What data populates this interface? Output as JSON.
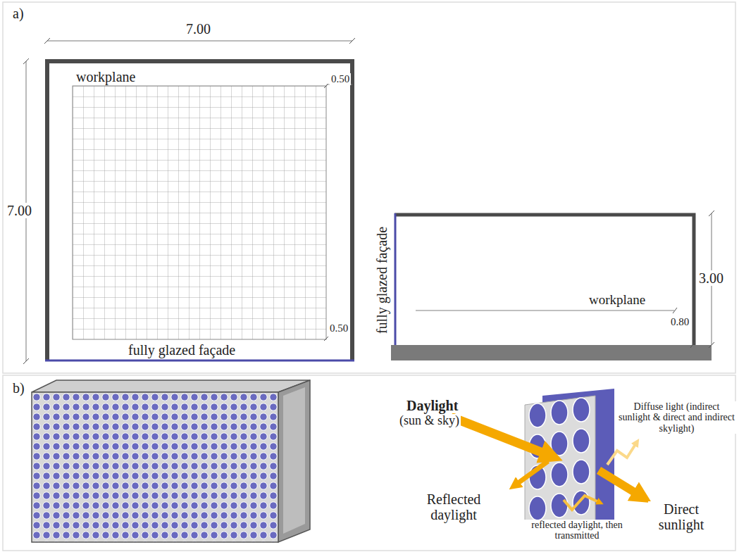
{
  "diagram": {
    "labels": [
      "a)",
      "7.00",
      "7.00",
      "workplane",
      "0.50",
      "0.50",
      "fully glazed façade",
      "fully glazed façade",
      "workplane",
      "0.80",
      "3.00",
      "b)",
      "Daylight",
      "(sun & sky)",
      "Diffuse light (indirect sunlight & direct and indirect skylight)",
      "Reflected daylight",
      "reflected daylight, then transmitted",
      "Direct sunlight"
    ]
  }
}
